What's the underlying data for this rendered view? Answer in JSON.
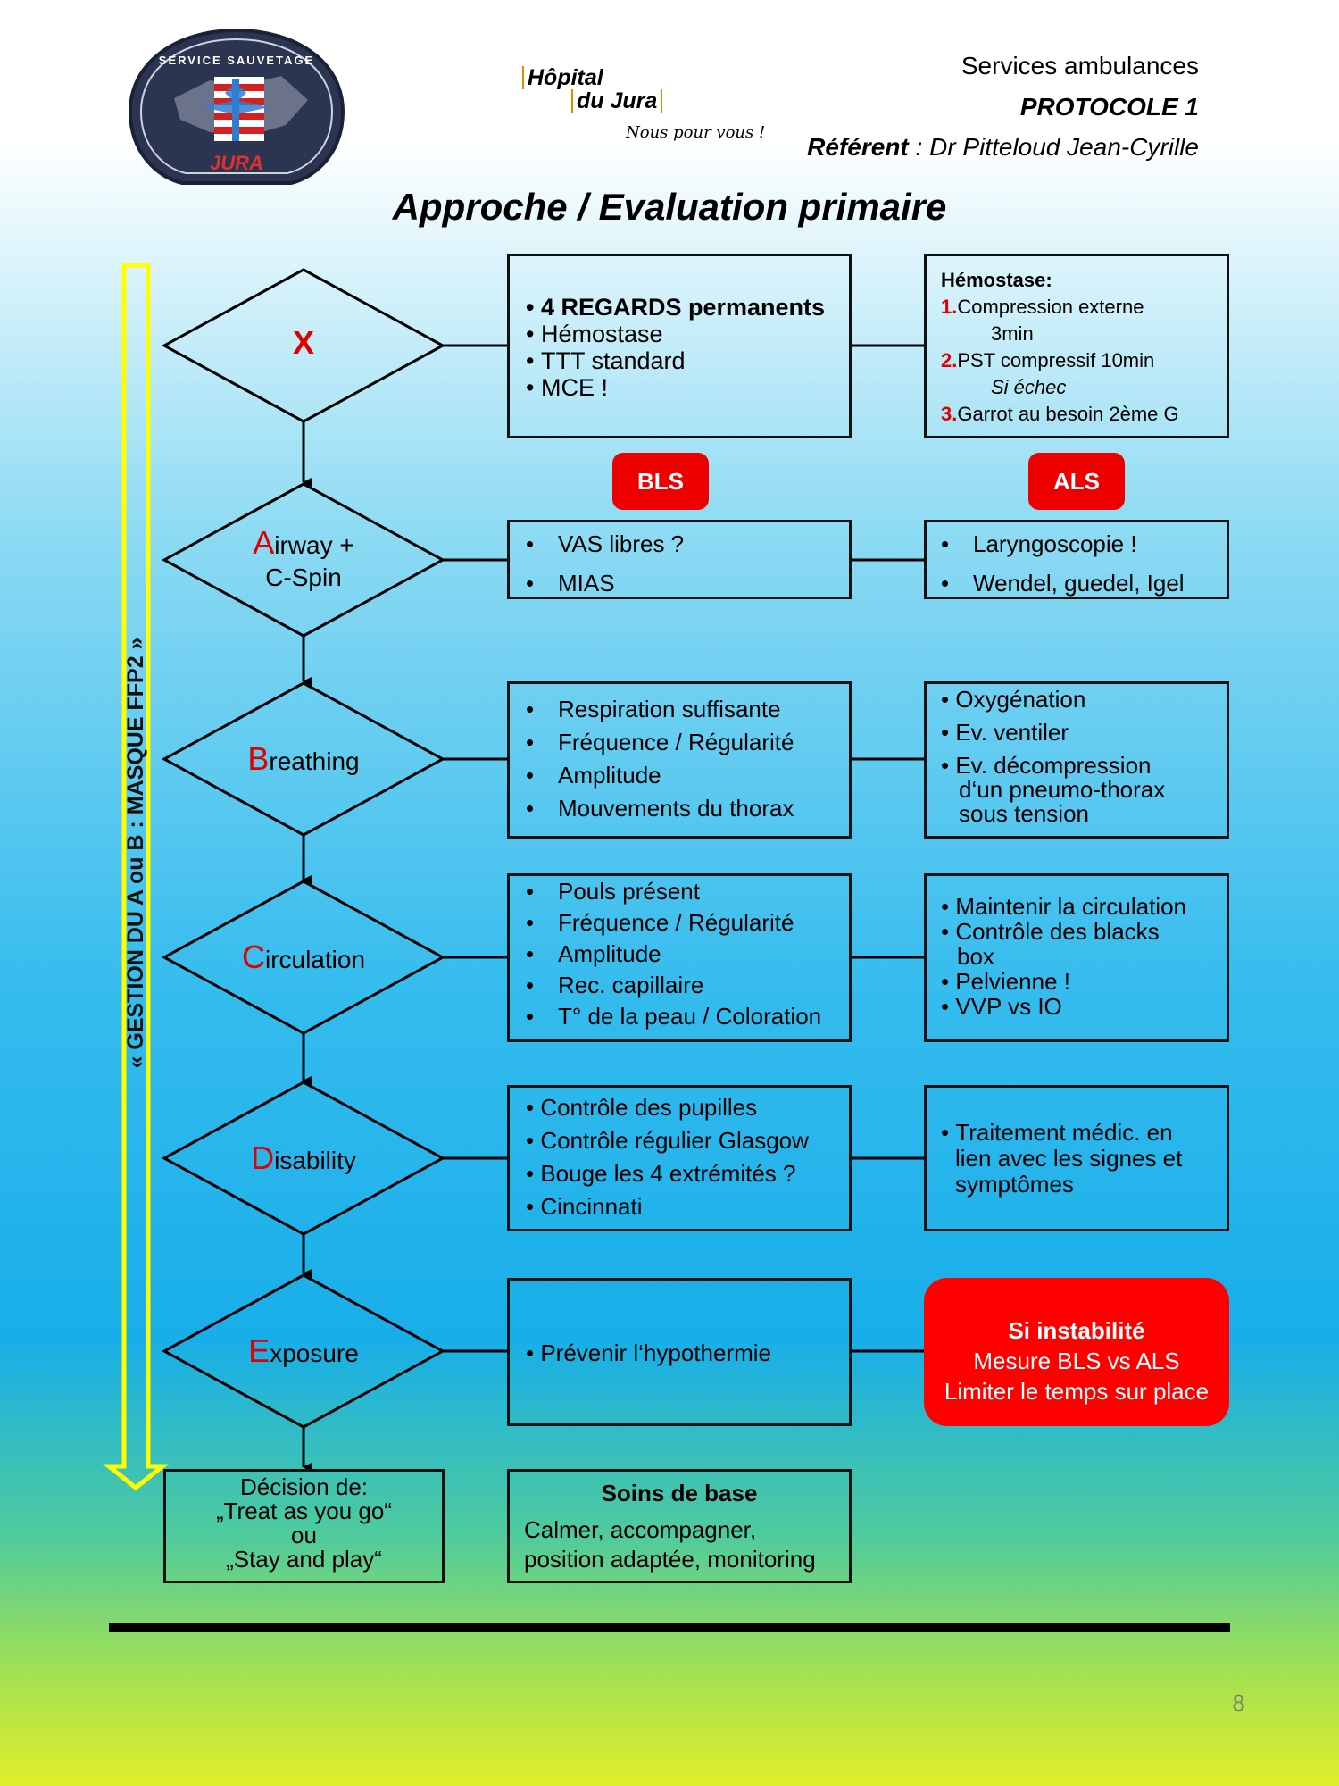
{
  "header": {
    "logo_text_top": "SERVICE SAUVETAGE",
    "logo_text_bottom": "JURA",
    "hospital_line1": "Hôpital",
    "hospital_line2": "du Jura",
    "hospital_tagline": "Nous pour vous !",
    "service": "Services ambulances",
    "protocol": "PROTOCOLE 1",
    "referent_label": "Référent",
    "referent_name": " : Dr Pitteloud Jean-Cyrille"
  },
  "title": "Approche / Evaluation primaire",
  "side_banner": "« GESTION DU A ou B : MASQUE FFP2 »",
  "badges": {
    "bls": "BLS",
    "als": "ALS"
  },
  "steps": [
    {
      "letter": "X",
      "rest": ""
    },
    {
      "letter": "A",
      "rest": "irway +",
      "rest2": "C-Spin"
    },
    {
      "letter": "B",
      "rest": "reathing"
    },
    {
      "letter": "C",
      "rest": "irculation"
    },
    {
      "letter": "D",
      "rest": "isability"
    },
    {
      "letter": "E",
      "rest": "xposure"
    }
  ],
  "bls_boxes": [
    [
      "4 REGARDS permanents",
      "Hémostase",
      "TTT standard",
      "MCE !"
    ],
    [
      "VAS libres ?",
      "MIAS"
    ],
    [
      "Respiration suffisante",
      "Fréquence / Régularité",
      "Amplitude",
      "Mouvements du thorax"
    ],
    [
      "Pouls présent",
      "Fréquence / Régularité",
      "Amplitude",
      "Rec. capillaire",
      "T° de la peau / Coloration"
    ],
    [
      "Contrôle des pupilles",
      "Contrôle régulier Glasgow",
      "Bouge les 4 extrémités ?",
      "Cincinnati"
    ],
    [
      "Prévenir l‘hypothermie"
    ]
  ],
  "hemostase": {
    "title": "Hémostase:",
    "n1": "1.",
    "l1": "Compression externe",
    "l1b": "3min",
    "n2": "2.",
    "l2": "PST compressif 10min",
    "l2b": "Si échec",
    "n3": "3.",
    "l3": "Garrot au besoin 2ème G"
  },
  "als_boxes": {
    "airway": [
      "Laryngoscopie !",
      "Wendel, guedel, Igel"
    ],
    "breathing": [
      "Oxygénation",
      "Ev. ventiler",
      "Ev. décompression",
      "d‘un pneumo-thorax",
      "sous tension"
    ],
    "circulation": [
      "Maintenir la circulation",
      "Contrôle des blacks",
      "box",
      "Pelvienne !",
      "VVP vs IO"
    ],
    "disability": [
      "Traitement médic. en",
      "lien avec les signes et",
      "symptômes"
    ]
  },
  "instability": {
    "title": "Si instabilité",
    "line1": "Mesure BLS vs ALS",
    "line2": "Limiter le temps sur place"
  },
  "decision": {
    "l1": "Décision de:",
    "l2": "„Treat as you go“",
    "l3": "ou",
    "l4": "„Stay and play“"
  },
  "soins": {
    "title": "Soins de base",
    "l1": "Calmer, accompagner,",
    "l2": "position adaptée, monitoring"
  },
  "page_number": "8",
  "colors": {
    "accent_red": "#e00000",
    "banner_yellow": "#ffff00",
    "logo_navy": "#2b3552"
  }
}
